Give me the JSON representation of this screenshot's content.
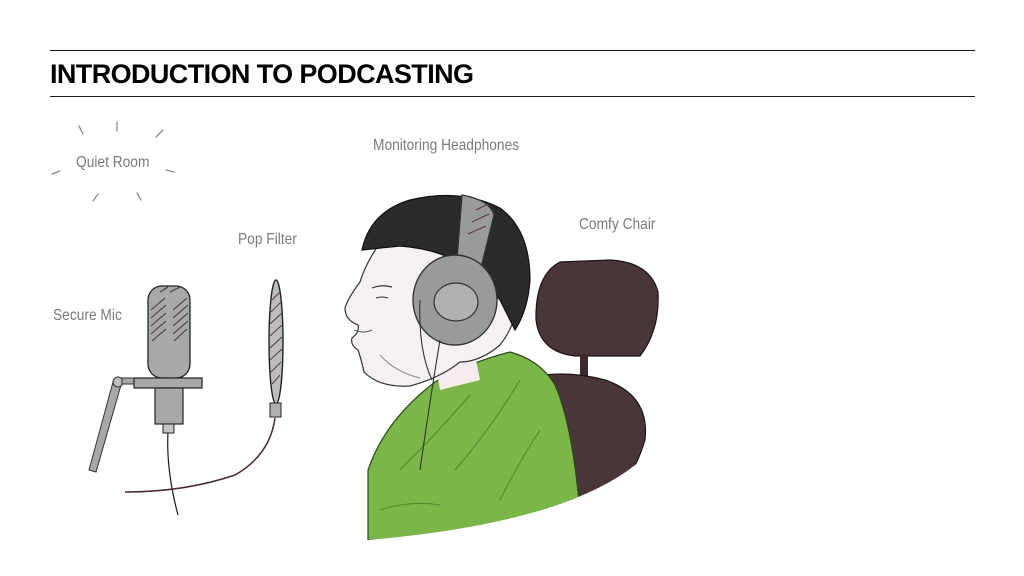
{
  "page": {
    "title": "INTRODUCTION TO PODCASTING"
  },
  "labels": {
    "quiet_room": "Quiet Room",
    "monitoring_headphones": "Monitoring Headphones",
    "comfy_chair": "Comfy Chair",
    "pop_filter": "Pop Filter",
    "secure_mic": "Secure Mic"
  },
  "colors": {
    "shirt": "#7ab648",
    "chair": "#4a3638",
    "headphones": "#9a9a9a",
    "label_text": "#7a7a7a",
    "hair": "#2b2b2b"
  }
}
